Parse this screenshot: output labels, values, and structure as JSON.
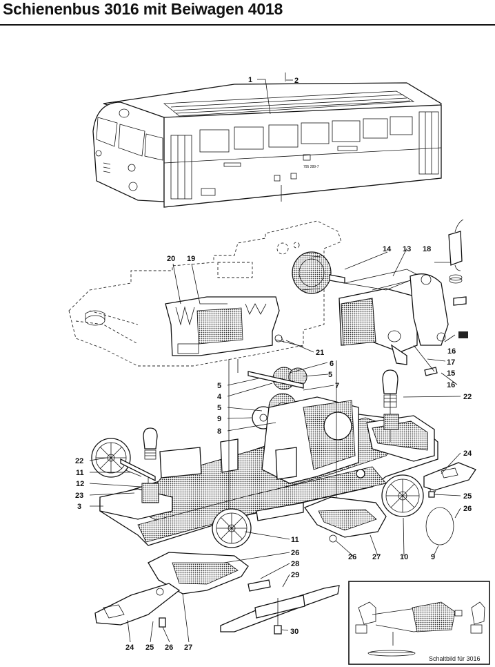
{
  "title": "Schienenbus 3016 mit Beiwagen 4018",
  "body_number": "795 289-7",
  "inset_caption": "Schaltbild für 3016",
  "parts": [
    "1",
    "2",
    "3",
    "4",
    "5",
    "5",
    "5",
    "6",
    "7",
    "8",
    "9",
    "9",
    "10",
    "11",
    "11",
    "12",
    "13",
    "14",
    "15",
    "16",
    "16",
    "17",
    "18",
    "19",
    "20",
    "21",
    "22",
    "22",
    "23",
    "24",
    "24",
    "25",
    "25",
    "26",
    "26",
    "26",
    "26",
    "27",
    "27",
    "28",
    "29",
    "30"
  ]
}
